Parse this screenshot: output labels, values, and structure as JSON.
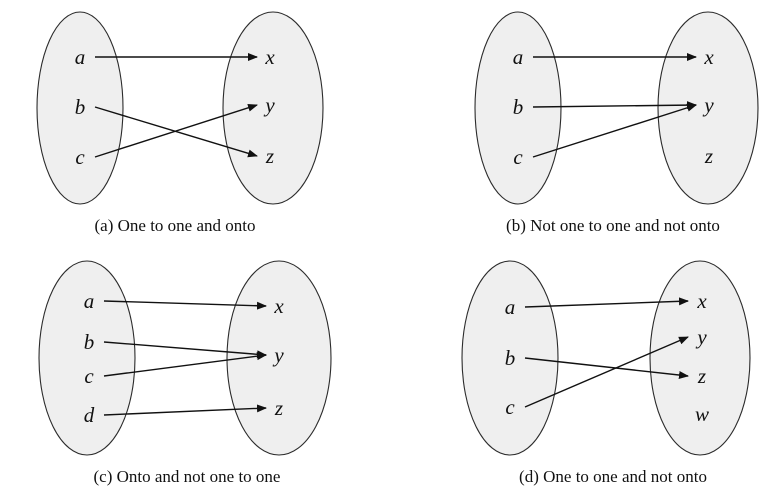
{
  "diagrams": [
    {
      "caption": "(a) One to one and onto",
      "domain": [
        "a",
        "b",
        "c"
      ],
      "codomain": [
        "x",
        "y",
        "z"
      ],
      "mappings": [
        [
          "a",
          "x"
        ],
        [
          "b",
          "z"
        ],
        [
          "c",
          "y"
        ]
      ]
    },
    {
      "caption": "(b) Not one to one and not onto",
      "domain": [
        "a",
        "b",
        "c"
      ],
      "codomain": [
        "x",
        "y",
        "z"
      ],
      "mappings": [
        [
          "a",
          "x"
        ],
        [
          "b",
          "y"
        ],
        [
          "c",
          "y"
        ]
      ]
    },
    {
      "caption": "(c) Onto and not one to one",
      "domain": [
        "a",
        "b",
        "c",
        "d"
      ],
      "codomain": [
        "x",
        "y",
        "z"
      ],
      "mappings": [
        [
          "a",
          "x"
        ],
        [
          "b",
          "y"
        ],
        [
          "c",
          "y"
        ],
        [
          "d",
          "z"
        ]
      ]
    },
    {
      "caption": "(d) One to one and not onto",
      "domain": [
        "a",
        "b",
        "c"
      ],
      "codomain": [
        "x",
        "y",
        "z",
        "w"
      ],
      "mappings": [
        [
          "a",
          "x"
        ],
        [
          "b",
          "z"
        ],
        [
          "c",
          "y"
        ]
      ]
    }
  ],
  "colors": {
    "set_fill": "#efefef",
    "stroke": "#2b2b2b",
    "text": "#111111"
  }
}
